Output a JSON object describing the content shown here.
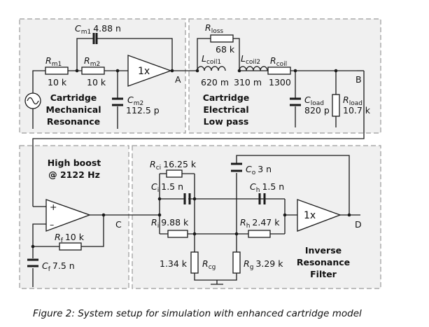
{
  "caption": "Figure 2: System setup for simulation with enhanced cartridge model",
  "blocks": {
    "mech": [
      "Cartridge",
      "Mechanical",
      "Resonance"
    ],
    "elec": [
      "Cartridge",
      "Electrical",
      "Low pass"
    ],
    "boost": [
      "High boost",
      "@ 2122 Hz"
    ],
    "filter": [
      "Inverse",
      "Resonance",
      "Filter"
    ]
  },
  "nodes": {
    "a": "A",
    "b": "B",
    "c": "C",
    "d": "D"
  },
  "buffer_label": "1x",
  "opamp_plus": "+",
  "opamp_minus": "–",
  "components": {
    "cm1": {
      "name": "C",
      "sub": "m1",
      "value": "4.88 n"
    },
    "rm1": {
      "name": "R",
      "sub": "m1",
      "value": "10 k"
    },
    "rm2": {
      "name": "R",
      "sub": "m2",
      "value": "10 k"
    },
    "cm2": {
      "name": "C",
      "sub": "m2",
      "value": "112.5 p"
    },
    "rloss": {
      "name": "R",
      "sub": "loss",
      "value": "68 k"
    },
    "lcoil1": {
      "name": "L",
      "sub": "coil1",
      "value": "620 m"
    },
    "lcoil2": {
      "name": "L",
      "sub": "coil2",
      "value": "310 m"
    },
    "rcoil": {
      "name": "R",
      "sub": "coil",
      "value": "1300"
    },
    "cload": {
      "name": "C",
      "sub": "load",
      "value": "820 p"
    },
    "rload": {
      "name": "R",
      "sub": "load",
      "value": "10.7 k"
    },
    "rf": {
      "name": "R",
      "sub": "f",
      "value": "10 k"
    },
    "cf": {
      "name": "C",
      "sub": "f",
      "value": "7.5 n"
    },
    "rci": {
      "name": "R",
      "sub": "ci",
      "value": "16.25 k"
    },
    "ci": {
      "name": "C",
      "sub": "i",
      "value": "1.5 n"
    },
    "ri": {
      "name": "R",
      "sub": "i",
      "value": "9.88 k"
    },
    "co": {
      "name": "C",
      "sub": "o",
      "value": "3 n"
    },
    "ch": {
      "name": "C",
      "sub": "h",
      "value": "1.5 n"
    },
    "rh": {
      "name": "R",
      "sub": "h",
      "value": "2.47 k"
    },
    "rcg": {
      "name": "R",
      "sub": "cg",
      "value": "1.34 k"
    },
    "rg": {
      "name": "R",
      "sub": "g",
      "value": "3.29 k"
    }
  }
}
